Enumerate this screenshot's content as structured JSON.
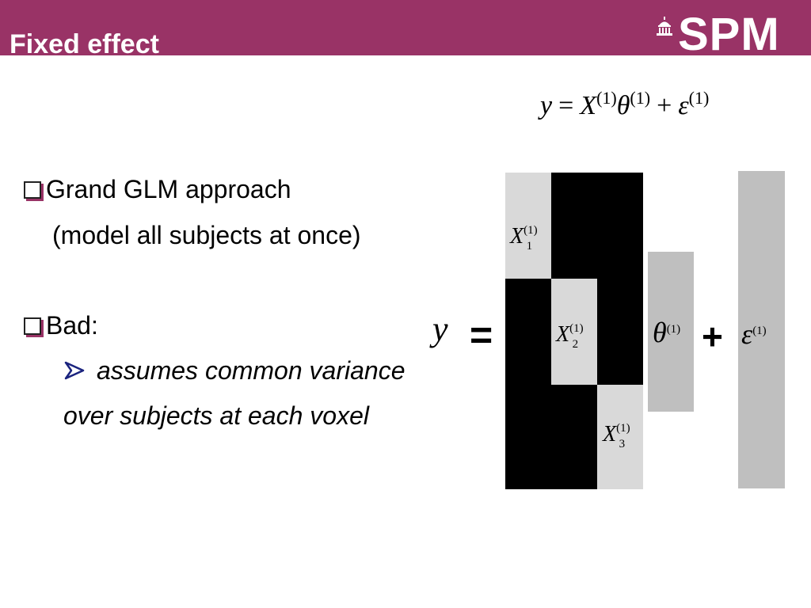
{
  "header": {
    "title": "Fixed effect",
    "logo_text": "SPM",
    "background_color": "#993366",
    "logo_icon": "capitol-building-icon"
  },
  "equation": {
    "lhs": "y",
    "equals": "=",
    "X": "X",
    "X_sup": "(1)",
    "theta": "θ",
    "theta_sup": "(1)",
    "plus": "+",
    "eps": "ε",
    "eps_sup": "(1)"
  },
  "bullets": [
    {
      "text": "Grand GLM approach",
      "continuation": "(model all subjects at once)"
    },
    {
      "text": "Bad:",
      "sub_items": [
        "assumes common variance",
        "over subjects at each voxel"
      ]
    }
  ],
  "diagram": {
    "y_label": "y",
    "equals_sign": "=",
    "plus_sign": "+",
    "design_blocks": [
      {
        "symbol": "X",
        "subscript": "1",
        "superscript": "(1)"
      },
      {
        "symbol": "X",
        "subscript": "2",
        "superscript": "(1)"
      },
      {
        "symbol": "X",
        "subscript": "3",
        "superscript": "(1)"
      }
    ],
    "theta_label": "θ",
    "theta_sup": "(1)",
    "epsilon_label": "ε",
    "epsilon_sup": "(1)",
    "colors": {
      "block_light": "#d9d9d9",
      "block_dark": "#000000",
      "param_bar": "#bfbfbf",
      "error_bar": "#bfbfbf"
    }
  }
}
